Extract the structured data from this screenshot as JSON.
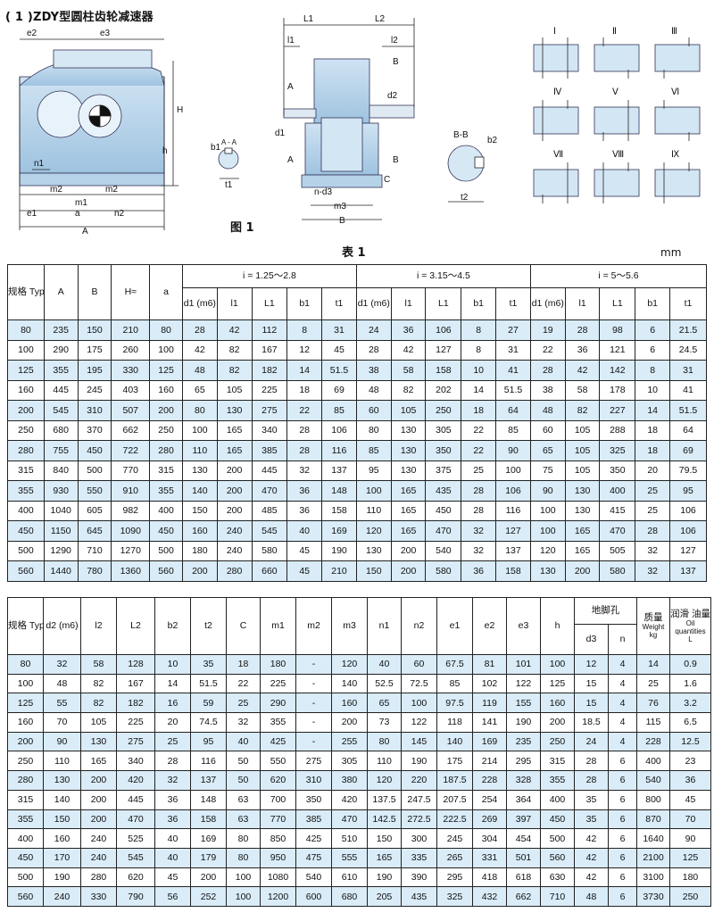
{
  "title": "( 1 )ZDY型圆柱齿轮减速器",
  "figure_label": "图 1",
  "table_label": "表 1",
  "unit": "mm",
  "drawing_labels": {
    "front": [
      "e2",
      "e3",
      "H",
      "h",
      "n1",
      "m2",
      "m2",
      "m1",
      "e1",
      "a",
      "n2",
      "A"
    ],
    "section": [
      "b1",
      "A - A",
      "t1"
    ],
    "side": [
      "L1",
      "L2",
      "l1",
      "l2",
      "B",
      "A",
      "d2",
      "d1",
      "A",
      "B",
      "C",
      "n-d3",
      "m3",
      "B"
    ],
    "bb": [
      "B-B",
      "b2",
      "t2"
    ],
    "assembly_roman": [
      "Ⅰ",
      "Ⅱ",
      "Ⅲ",
      "Ⅳ",
      "Ⅴ",
      "Ⅵ",
      "Ⅶ",
      "Ⅷ",
      "Ⅸ"
    ]
  },
  "table1": {
    "header": {
      "type": "规格 Type",
      "A": "A",
      "B": "B",
      "H": "H≈",
      "a": "a",
      "ratio_groups": [
        "i = 1.25～2.8",
        "i = 3.15～4.5",
        "i = 5～5.6"
      ],
      "sub": [
        "d1 (m6)",
        "l1",
        "L1",
        "b1",
        "t1"
      ]
    },
    "rows": [
      [
        "80",
        "235",
        "150",
        "210",
        "80",
        "28",
        "42",
        "112",
        "8",
        "31",
        "24",
        "36",
        "106",
        "8",
        "27",
        "19",
        "28",
        "98",
        "6",
        "21.5"
      ],
      [
        "100",
        "290",
        "175",
        "260",
        "100",
        "42",
        "82",
        "167",
        "12",
        "45",
        "28",
        "42",
        "127",
        "8",
        "31",
        "22",
        "36",
        "121",
        "6",
        "24.5"
      ],
      [
        "125",
        "355",
        "195",
        "330",
        "125",
        "48",
        "82",
        "182",
        "14",
        "51.5",
        "38",
        "58",
        "158",
        "10",
        "41",
        "28",
        "42",
        "142",
        "8",
        "31"
      ],
      [
        "160",
        "445",
        "245",
        "403",
        "160",
        "65",
        "105",
        "225",
        "18",
        "69",
        "48",
        "82",
        "202",
        "14",
        "51.5",
        "38",
        "58",
        "178",
        "10",
        "41"
      ],
      [
        "200",
        "545",
        "310",
        "507",
        "200",
        "80",
        "130",
        "275",
        "22",
        "85",
        "60",
        "105",
        "250",
        "18",
        "64",
        "48",
        "82",
        "227",
        "14",
        "51.5"
      ],
      [
        "250",
        "680",
        "370",
        "662",
        "250",
        "100",
        "165",
        "340",
        "28",
        "106",
        "80",
        "130",
        "305",
        "22",
        "85",
        "60",
        "105",
        "288",
        "18",
        "64"
      ],
      [
        "280",
        "755",
        "450",
        "722",
        "280",
        "110",
        "165",
        "385",
        "28",
        "116",
        "85",
        "130",
        "350",
        "22",
        "90",
        "65",
        "105",
        "325",
        "18",
        "69"
      ],
      [
        "315",
        "840",
        "500",
        "770",
        "315",
        "130",
        "200",
        "445",
        "32",
        "137",
        "95",
        "130",
        "375",
        "25",
        "100",
        "75",
        "105",
        "350",
        "20",
        "79.5"
      ],
      [
        "355",
        "930",
        "550",
        "910",
        "355",
        "140",
        "200",
        "470",
        "36",
        "148",
        "100",
        "165",
        "435",
        "28",
        "106",
        "90",
        "130",
        "400",
        "25",
        "95"
      ],
      [
        "400",
        "1040",
        "605",
        "982",
        "400",
        "150",
        "200",
        "485",
        "36",
        "158",
        "110",
        "165",
        "450",
        "28",
        "116",
        "100",
        "130",
        "415",
        "25",
        "106"
      ],
      [
        "450",
        "1150",
        "645",
        "1090",
        "450",
        "160",
        "240",
        "545",
        "40",
        "169",
        "120",
        "165",
        "470",
        "32",
        "127",
        "100",
        "165",
        "470",
        "28",
        "106"
      ],
      [
        "500",
        "1290",
        "710",
        "1270",
        "500",
        "180",
        "240",
        "580",
        "45",
        "190",
        "130",
        "200",
        "540",
        "32",
        "137",
        "120",
        "165",
        "505",
        "32",
        "127"
      ],
      [
        "560",
        "1440",
        "780",
        "1360",
        "560",
        "200",
        "280",
        "660",
        "45",
        "210",
        "150",
        "200",
        "580",
        "36",
        "158",
        "130",
        "200",
        "580",
        "32",
        "137"
      ]
    ]
  },
  "table2": {
    "header": {
      "type": "规格 Type",
      "d2": "d2 (m6)",
      "l2": "l2",
      "L2": "L2",
      "b2": "b2",
      "t2": "t2",
      "C": "C",
      "m1": "m1",
      "m2": "m2",
      "m3": "m3",
      "n1": "n1",
      "n2": "n2",
      "e1": "e1",
      "e2": "e2",
      "e3": "e3",
      "h": "h",
      "foot_holes": "地脚孔",
      "d3": "d3",
      "n": "n",
      "mass": "质量",
      "weight": "Weight",
      "kg": "kg",
      "oil": "润滑 油量",
      "oil_en": "Oil quantities",
      "oil_unit": "L"
    },
    "rows": [
      [
        "80",
        "32",
        "58",
        "128",
        "10",
        "35",
        "18",
        "180",
        "-",
        "120",
        "40",
        "60",
        "67.5",
        "81",
        "101",
        "100",
        "12",
        "4",
        "14",
        "0.9"
      ],
      [
        "100",
        "48",
        "82",
        "167",
        "14",
        "51.5",
        "22",
        "225",
        "-",
        "140",
        "52.5",
        "72.5",
        "85",
        "102",
        "122",
        "125",
        "15",
        "4",
        "25",
        "1.6"
      ],
      [
        "125",
        "55",
        "82",
        "182",
        "16",
        "59",
        "25",
        "290",
        "-",
        "160",
        "65",
        "100",
        "97.5",
        "119",
        "155",
        "160",
        "15",
        "4",
        "76",
        "3.2"
      ],
      [
        "160",
        "70",
        "105",
        "225",
        "20",
        "74.5",
        "32",
        "355",
        "-",
        "200",
        "73",
        "122",
        "118",
        "141",
        "190",
        "200",
        "18.5",
        "4",
        "115",
        "6.5"
      ],
      [
        "200",
        "90",
        "130",
        "275",
        "25",
        "95",
        "40",
        "425",
        "-",
        "255",
        "80",
        "145",
        "140",
        "169",
        "235",
        "250",
        "24",
        "4",
        "228",
        "12.5"
      ],
      [
        "250",
        "110",
        "165",
        "340",
        "28",
        "116",
        "50",
        "550",
        "275",
        "305",
        "110",
        "190",
        "175",
        "214",
        "295",
        "315",
        "28",
        "6",
        "400",
        "23"
      ],
      [
        "280",
        "130",
        "200",
        "420",
        "32",
        "137",
        "50",
        "620",
        "310",
        "380",
        "120",
        "220",
        "187.5",
        "228",
        "328",
        "355",
        "28",
        "6",
        "540",
        "36"
      ],
      [
        "315",
        "140",
        "200",
        "445",
        "36",
        "148",
        "63",
        "700",
        "350",
        "420",
        "137.5",
        "247.5",
        "207.5",
        "254",
        "364",
        "400",
        "35",
        "6",
        "800",
        "45"
      ],
      [
        "355",
        "150",
        "200",
        "470",
        "36",
        "158",
        "63",
        "770",
        "385",
        "470",
        "142.5",
        "272.5",
        "222.5",
        "269",
        "397",
        "450",
        "35",
        "6",
        "870",
        "70"
      ],
      [
        "400",
        "160",
        "240",
        "525",
        "40",
        "169",
        "80",
        "850",
        "425",
        "510",
        "150",
        "300",
        "245",
        "304",
        "454",
        "500",
        "42",
        "6",
        "1640",
        "90"
      ],
      [
        "450",
        "170",
        "240",
        "545",
        "40",
        "179",
        "80",
        "950",
        "475",
        "555",
        "165",
        "335",
        "265",
        "331",
        "501",
        "560",
        "42",
        "6",
        "2100",
        "125"
      ],
      [
        "500",
        "190",
        "280",
        "620",
        "45",
        "200",
        "100",
        "1080",
        "540",
        "610",
        "190",
        "390",
        "295",
        "418",
        "618",
        "630",
        "42",
        "6",
        "3100",
        "180"
      ],
      [
        "560",
        "240",
        "330",
        "790",
        "56",
        "252",
        "100",
        "1200",
        "600",
        "680",
        "205",
        "435",
        "325",
        "432",
        "662",
        "710",
        "48",
        "6",
        "3730",
        "250"
      ]
    ]
  }
}
